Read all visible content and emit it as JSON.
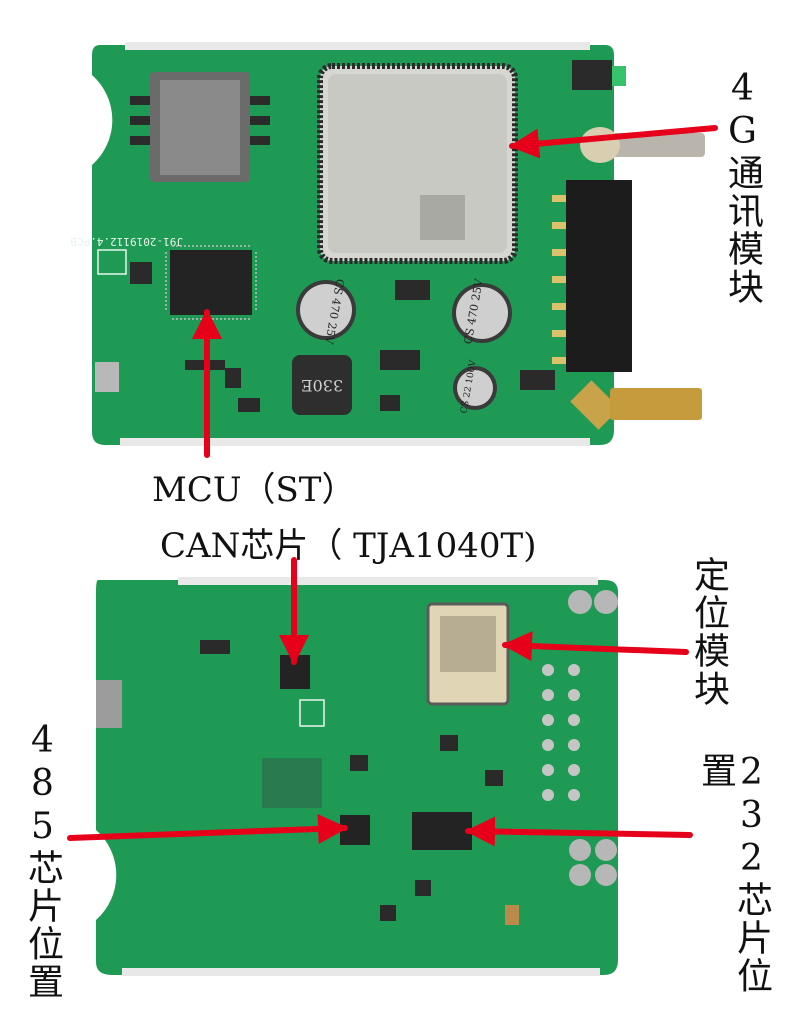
{
  "labels": {
    "mcu": "MCU（ST）",
    "can": "CAN芯片（ TJA1040T)",
    "module_4g": "4G通讯模块",
    "positioning": "定位模块",
    "chip_485": "485芯片位置",
    "chip_232": "232芯片位置"
  },
  "silkscreen": {
    "pcb_id": "J91-2019112.4.PCB",
    "cap_left": "CS 470 25V",
    "cap_right": "CS 470 25V",
    "cap_small": "CS 22 100V",
    "inductor": "330E"
  },
  "colors": {
    "pcb_green": "#1f9a55",
    "arrow_red": "#e6001a",
    "module_silver": "#c9c9c4"
  }
}
